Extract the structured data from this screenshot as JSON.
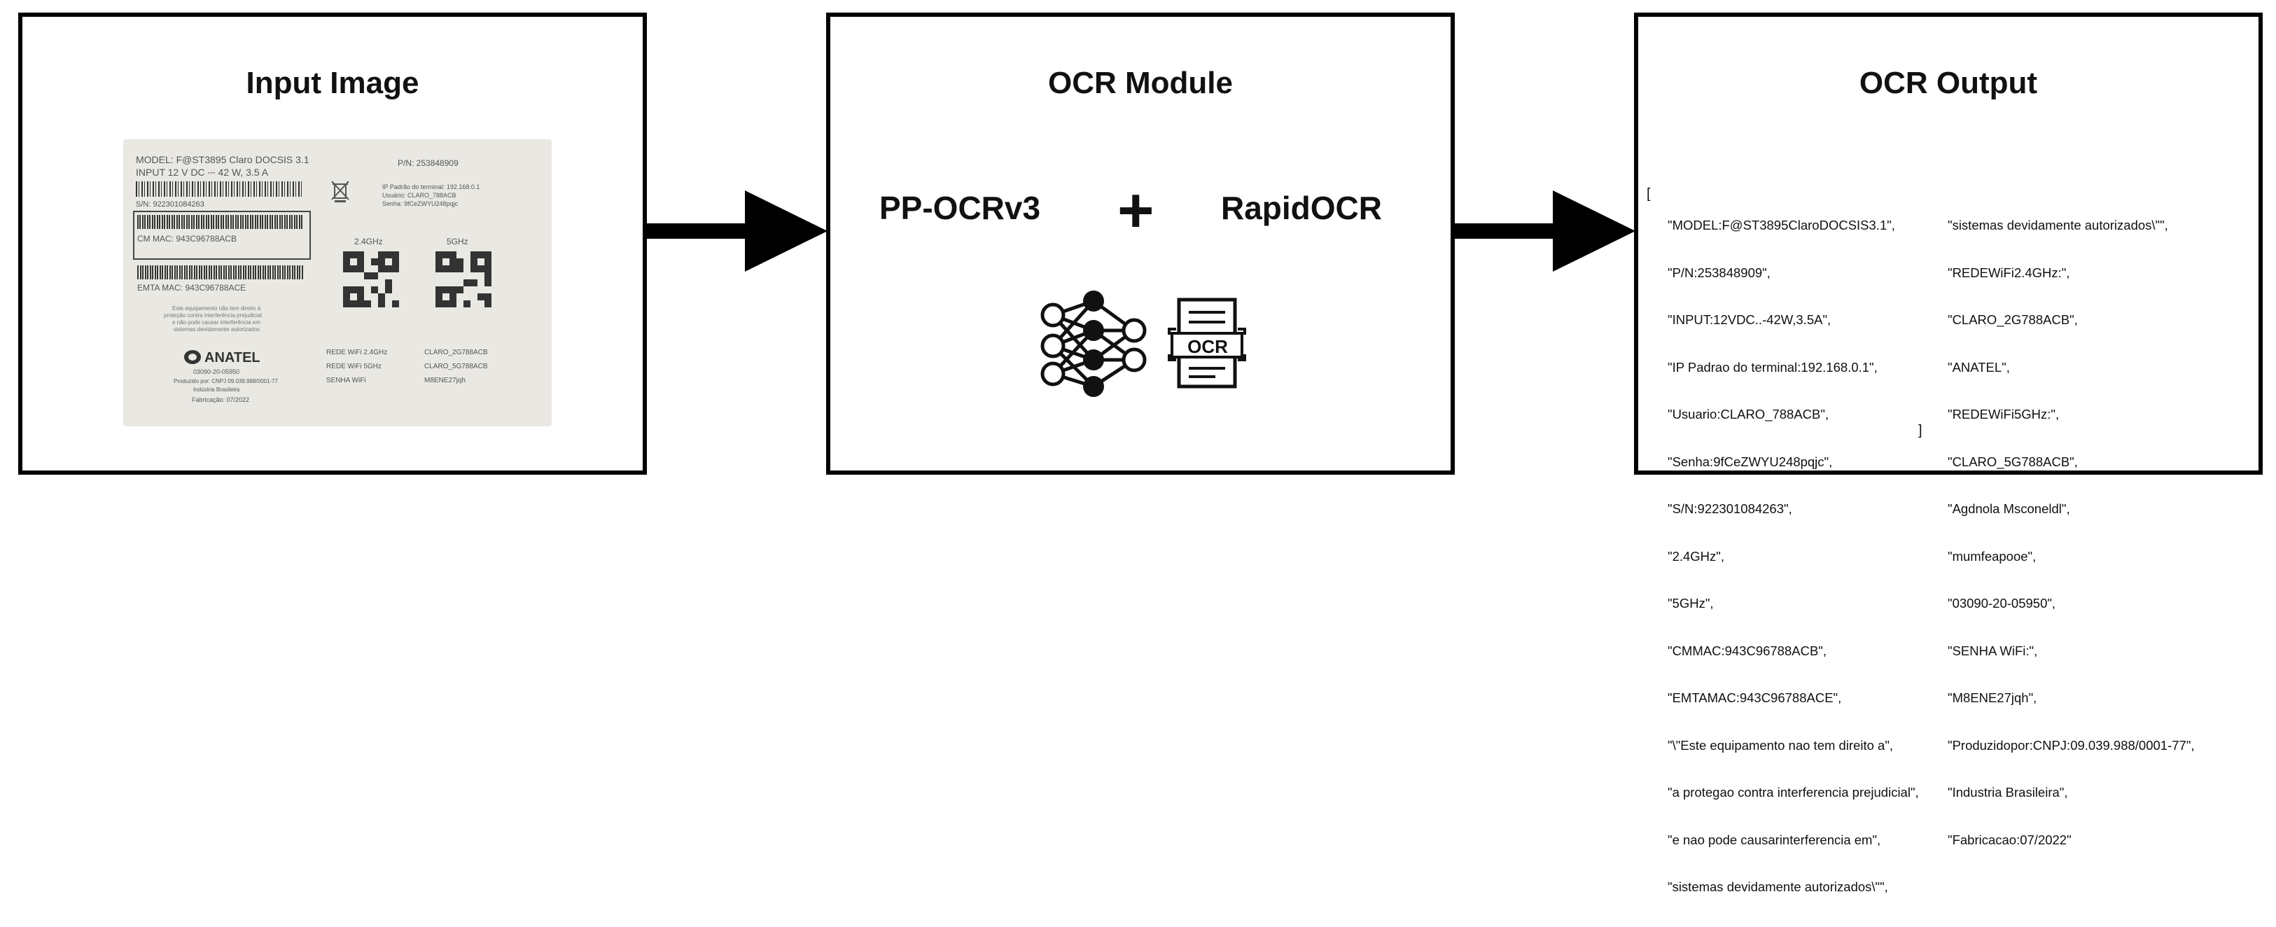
{
  "panels": {
    "input": {
      "title": "Input Image"
    },
    "module": {
      "title": "OCR Module",
      "model_a": "PP-OCRv3",
      "plus": "+",
      "model_b": "RapidOCR",
      "icon_ocr_text": "OCR"
    },
    "output": {
      "title": "OCR Output"
    }
  },
  "label_sticker": {
    "model_line": "MODEL: F@ST3895 Claro DOCSIS 3.1",
    "input_line": "INPUT 12 V DC ⎓  42 W, 3.5 A",
    "pn_line": "P/N: 253848909",
    "ip_line": "IP Padrão do terminal: 192.168.0.1",
    "user_line": "Usuário: CLARO_788ACB",
    "pass_line": "Senha: 9fCeZWYU248pqjc",
    "sn_line": "S/N: 922301084263",
    "cm_line": "CM MAC: 943C96788ACB",
    "emta_line": "EMTA MAC: 943C96788ACE",
    "band_a": "2.4GHz",
    "band_b": "5GHz",
    "notice_1": "Este equipamento não tem direito à",
    "notice_2": "proteção contra interferência prejudicial",
    "notice_3": "e não pode causar interferência em",
    "notice_4": "sistemas devidamente autorizados",
    "anatel": "ANATEL",
    "anatel_code": "03090-20-05950",
    "producer": "Produzido por: CNPJ 09.039.988/0001-77",
    "industry": "Indústria Brasileira",
    "fab": "Fabricação: 07/2022",
    "wifi_a_label": "REDE WiFi 2.4GHz",
    "wifi_a_value": "CLARO_2G788ACB",
    "wifi_b_label": "REDE WiFi 5GHz",
    "wifi_b_value": "CLARO_5G788ACB",
    "wifi_pass_label": "SENHA WiFi",
    "wifi_pass_value": "M8ENE27jqh"
  },
  "ocr_output": {
    "open_bracket": "[",
    "close_bracket": "]",
    "col1": [
      "\"MODEL:F@ST3895ClaroDOCSIS3.1\",",
      "\"P/N:253848909\",",
      "\"INPUT:12VDC..-42W,3.5A\",",
      "\"IP Padrao do terminal:192.168.0.1\",",
      "\"Usuario:CLARO_788ACB\",",
      "\"Senha:9fCeZWYU248pqjc\",",
      "\"S/N:922301084263\",",
      "\"2.4GHz\",",
      "\"5GHz\",",
      "\"CMMAC:943C96788ACB\",",
      "\"EMTAMAC:943C96788ACE\",",
      "\"\\\"Este equipamento nao tem direito a\",",
      "\"a protegao contra interferencia prejudicial\",",
      "\"e nao pode causarinterferencia em\",",
      "\"sistemas devidamente autorizados\\\"\","
    ],
    "col2": [
      "\"sistemas devidamente autorizados\\\"\",",
      "\"REDEWiFi2.4GHz:\",",
      "\"CLARO_2G788ACB\",",
      "\"ANATEL\",",
      "\"REDEWiFi5GHz:\",",
      "\"CLARO_5G788ACB\",",
      "\"Agdnola Msconeldl\",",
      "\"mumfeapooe\",",
      "\"03090-20-05950\",",
      "\"SENHA WiFi:\",",
      "\"M8ENE27jqh\",",
      "\"Produzidopor:CNPJ:09.039.988/0001-77\",",
      "\"Industria Brasileira\",",
      "\"Fabricacao:07/2022\""
    ]
  },
  "colors": {
    "border": "#000000",
    "background": "#ffffff",
    "sticker": "#e9e8e3"
  }
}
